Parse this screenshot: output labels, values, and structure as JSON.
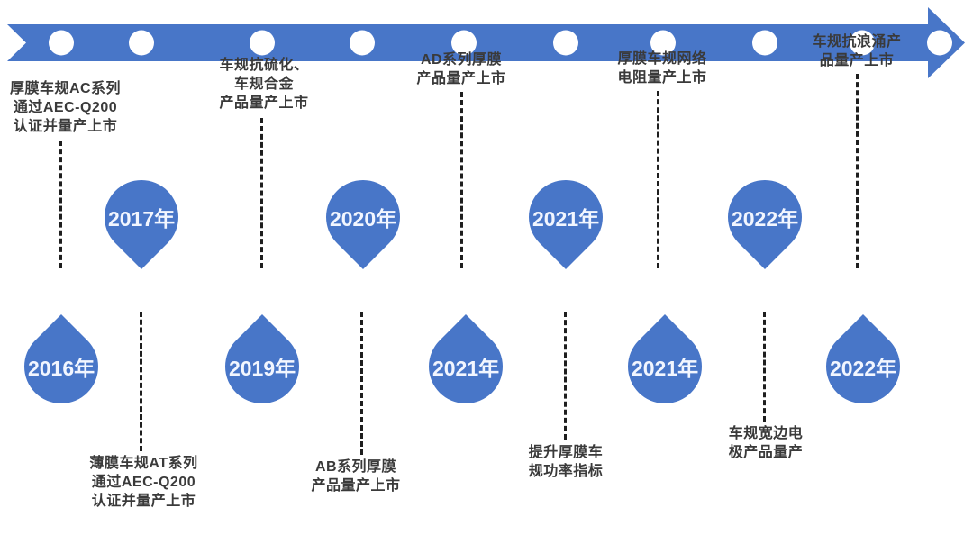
{
  "diagram": {
    "type": "timeline",
    "direction": "left-to-right",
    "accent_color": "#4876C8",
    "dot_color": "#ffffff",
    "connector_color": "#1e1e1e",
    "label_color": "#3a3a3a",
    "milestones": [
      {
        "year": "2016年",
        "year_position": "below",
        "label_position": "above",
        "label": "厚膜车规AC系列\n通过AEC-Q200\n认证并量产上市"
      },
      {
        "year": "2017年",
        "year_position": "above",
        "label_position": "below",
        "label": "薄膜车规AT系列\n通过AEC-Q200\n认证并量产上市"
      },
      {
        "year": "2019年",
        "year_position": "below",
        "label_position": "above",
        "label": "车规抗硫化、\n车规合金\n产品量产上市"
      },
      {
        "year": "2020年",
        "year_position": "above",
        "label_position": "below",
        "label": "AB系列厚膜\n产品量产上市"
      },
      {
        "year": "2021年",
        "year_position": "below",
        "label_position": "above",
        "label": "AD系列厚膜\n产品量产上市"
      },
      {
        "year": "2021年",
        "year_position": "above",
        "label_position": "below",
        "label": "提升厚膜车\n规功率指标"
      },
      {
        "year": "2021年",
        "year_position": "below",
        "label_position": "above",
        "label": "厚膜车规网络\n电阻量产上市"
      },
      {
        "year": "2022年",
        "year_position": "above",
        "label_position": "below",
        "label": "车规宽边电\n极产品量产"
      },
      {
        "year": "2022年",
        "year_position": "below",
        "label_position": "above",
        "label": "车规抗浪涌产\n品量产上市"
      }
    ]
  }
}
